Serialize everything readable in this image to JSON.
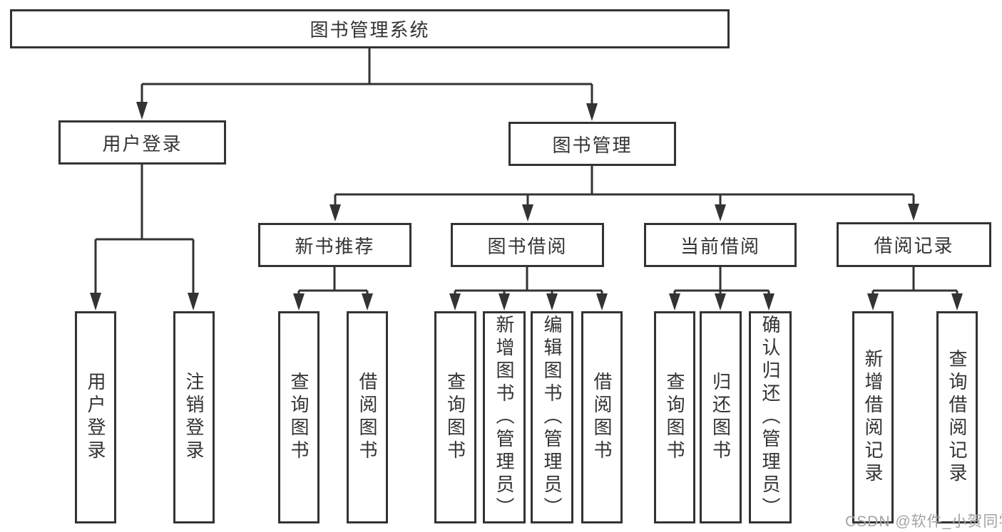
{
  "nodes": {
    "root": "图书管理系统",
    "user_login": "用户登录",
    "book_mgmt": "图书管理",
    "new_book_rec": "新书推荐",
    "book_borrow": "图书借阅",
    "current_borrow": "当前借阅",
    "borrow_records": "借阅记录",
    "leaf_user_login": "用户登录",
    "leaf_logout": "注销登录",
    "leaf_query_book_1": "查询图书",
    "leaf_borrow_book_1": "借阅图书",
    "leaf_query_book_2": "查询图书",
    "leaf_add_book": "新增图书（管理员）",
    "leaf_edit_book": "编辑图书（管理员）",
    "leaf_borrow_book_2": "借阅图书",
    "leaf_query_book_3": "查询图书",
    "leaf_return_book": "归还图书",
    "leaf_confirm_return": "确认归还（管理员）",
    "leaf_add_record": "新增借阅记录",
    "leaf_query_record": "查询借阅记录"
  },
  "watermark": "CSDN @软件_小贺同学",
  "colors": {
    "line": "#333333",
    "text": "#333333",
    "watermark": "#a3a3a3",
    "background": "#ffffff"
  }
}
